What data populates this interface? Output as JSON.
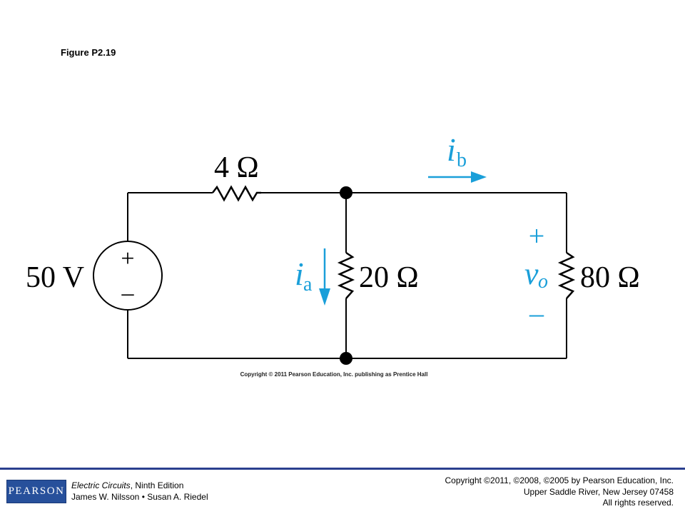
{
  "figure": {
    "title": "Figure P2.19"
  },
  "circuit": {
    "source_label": "50 V",
    "source_plus": "+",
    "source_minus": "–",
    "r_series_label": "4 Ω",
    "r_mid_label": "20 Ω",
    "r_right_label": "80 Ω",
    "ia_main": "i",
    "ia_sub": "a",
    "ib_main": "i",
    "ib_sub": "b",
    "vo_main": "v",
    "vo_sub": "o",
    "vo_plus": "+",
    "vo_minus": "–",
    "copyright": "Copyright © 2011 Pearson Education, Inc. publishing as Prentice Hall",
    "colors": {
      "annotation": "#1a9fd9",
      "wire": "#000000"
    }
  },
  "footer": {
    "logo_text": "PEARSON",
    "book_title": "Electric Circuits",
    "book_edition": ", Ninth Edition",
    "authors": "James W. Nilsson • Susan A. Riedel",
    "copyright_line1": "Copyright ©2011, ©2008, ©2005 by Pearson Education, Inc.",
    "copyright_line2": "Upper Saddle River, New Jersey 07458",
    "copyright_line3": "All rights reserved.",
    "colors": {
      "rule": "#2a3f8f",
      "logo_bg": "#27509b"
    }
  }
}
